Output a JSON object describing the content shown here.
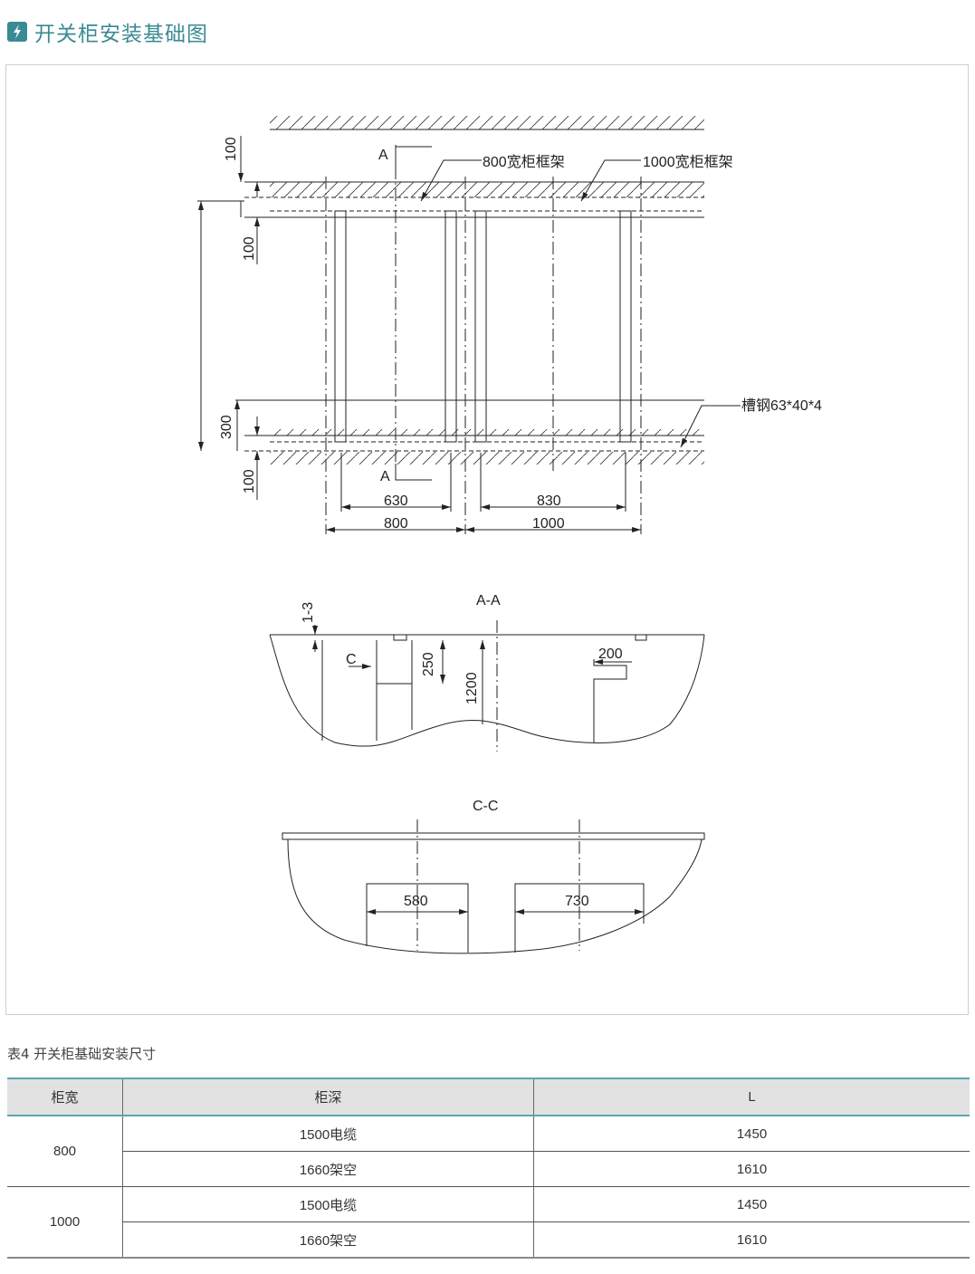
{
  "header": {
    "title": "开关柜安装基础图",
    "icon": "lightning-icon"
  },
  "drawing": {
    "plan": {
      "section_mark_top": "A",
      "section_mark_bottom": "A",
      "frame_800": "800宽柜框架",
      "frame_1000": "1000宽柜框架",
      "channel_steel": "槽钢63*40*4",
      "dim_top_100": "100",
      "dim_100_a": "100",
      "dim_300": "300",
      "dim_100_b": "100",
      "dim_630": "630",
      "dim_830": "830",
      "dim_800": "800",
      "dim_1000": "1000"
    },
    "section_aa": {
      "title": "A-A",
      "dim_1_3": "1-3",
      "mark_c": "C",
      "dim_250": "250",
      "dim_1200": "1200",
      "dim_200": "200"
    },
    "section_cc": {
      "title": "C-C",
      "dim_580": "580",
      "dim_730": "730"
    }
  },
  "table": {
    "caption": "表4 开关柜基础安装尺寸",
    "headers": [
      "柜宽",
      "柜深",
      "L"
    ],
    "groups": [
      {
        "width": "800",
        "rows": [
          {
            "depth": "1500电缆",
            "L": "1450"
          },
          {
            "depth": "1660架空",
            "L": "1610"
          }
        ]
      },
      {
        "width": "1000",
        "rows": [
          {
            "depth": "1500电缆",
            "L": "1450"
          },
          {
            "depth": "1660架空",
            "L": "1610"
          }
        ]
      }
    ]
  }
}
